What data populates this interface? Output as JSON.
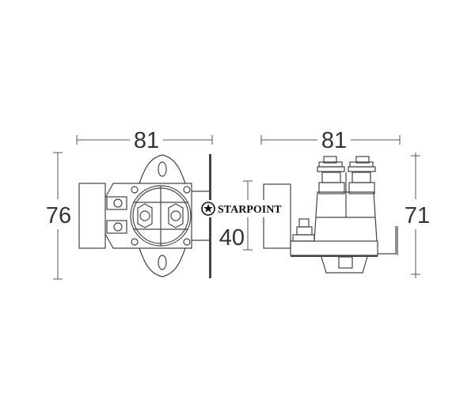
{
  "front_view": {
    "width_label": "81",
    "height_label": "76"
  },
  "side_view": {
    "width_label": "81",
    "height_label": "71",
    "hidden_label": "40"
  },
  "watermark": {
    "text": "STARPOINT",
    "icon": "star-in-circle-icon"
  },
  "colors": {
    "line": "#444444",
    "background": "#ffffff"
  }
}
